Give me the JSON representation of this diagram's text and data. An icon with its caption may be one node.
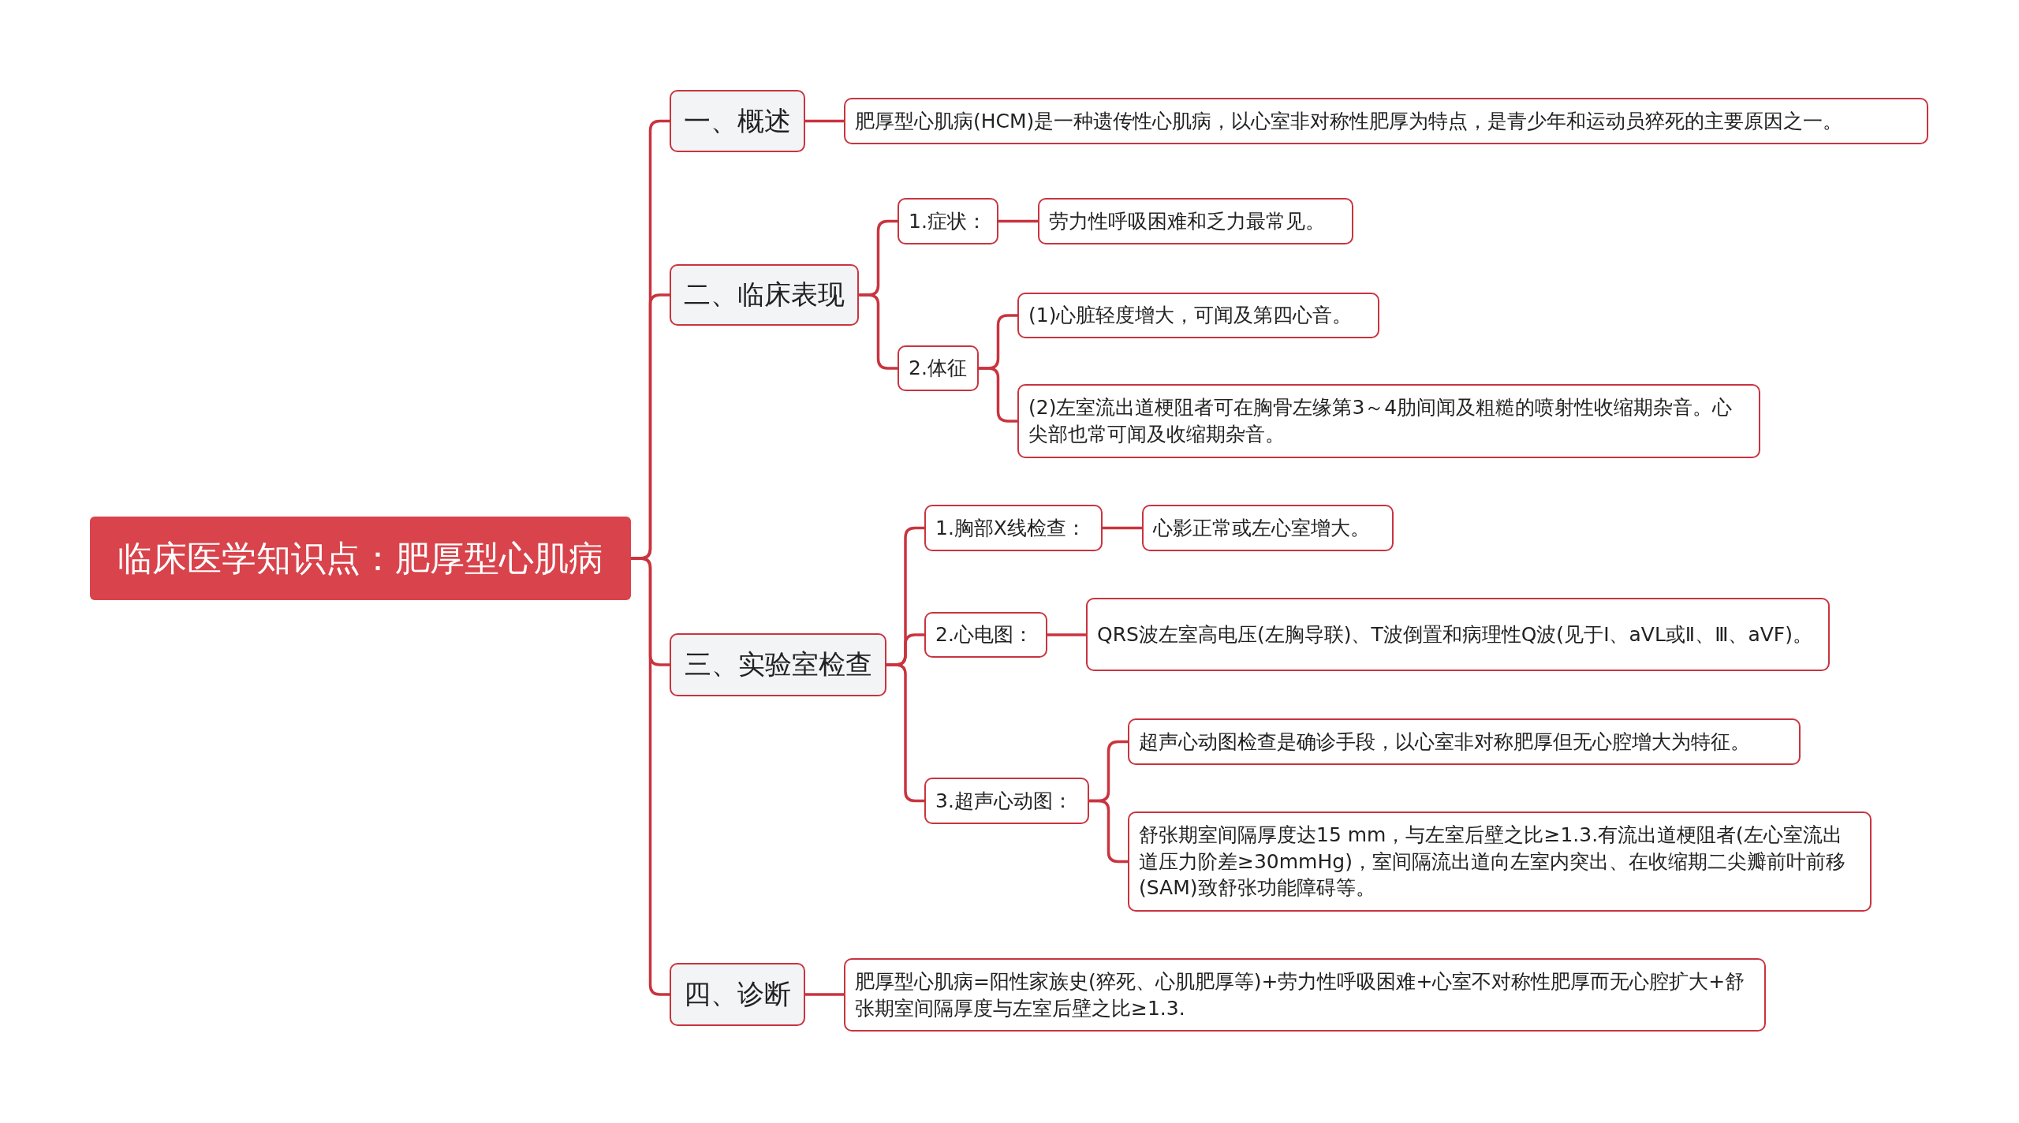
{
  "diagram": {
    "nodes": [
      {
        "text": [
          "临床医学知识点：肥厚型心肌病"
        ]
      },
      {
        "text": [
          "一、概述"
        ]
      },
      {
        "text": [
          "肥厚型心肌病(HCM)是一种遗传性心肌病，以心室非对称性肥厚为特点，是青少年和运动员猝死的主要原因之一。"
        ]
      },
      {
        "text": [
          "二、临床表现"
        ]
      },
      {
        "text": [
          "1.症状："
        ]
      },
      {
        "text": [
          "劳力性呼吸困难和乏力最常见。"
        ]
      },
      {
        "text": [
          "2.体征"
        ]
      },
      {
        "text": [
          "(1)心脏轻度增大，可闻及第四心音。"
        ]
      },
      {
        "text": [
          "(2)左室流出道梗阻者可在胸骨左缘第3～4肋间闻及粗糙的喷射性收缩期杂音。心尖部也常可闻及收缩期杂音。"
        ]
      },
      {
        "text": [
          "三、实验室检查"
        ]
      },
      {
        "text": [
          "1.胸部X线检查："
        ]
      },
      {
        "text": [
          "心影正常或左心室增大。"
        ]
      },
      {
        "text": [
          "2.心电图："
        ]
      },
      {
        "text": [
          "QRS波左室高电压(左胸导联)、T波倒置和病理性Q波(见于Ⅰ、aVL或Ⅱ、Ⅲ、aVF)。"
        ]
      },
      {
        "text": [
          "3.超声心动图："
        ]
      },
      {
        "text": [
          "超声心动图检查是确诊手段，以心室非对称肥厚但无心腔增大为特征。"
        ]
      },
      {
        "text": [
          "舒张期室间隔厚度达15 mm，与左室后壁之比≥1.3.有流出道梗阻者(左心室流出道压力阶差≥30mmHg)，室间隔流出道向左室内突出、在收缩期二尖瓣前叶前移(SAM)致舒张功能障碍等。"
        ]
      },
      {
        "text": [
          "四、诊断"
        ]
      },
      {
        "text": [
          "肥厚型心肌病=阳性家族史(猝死、心肌肥厚等)+劳力性呼吸困难+心室不对称性肥厚而无心腔扩大+舒张期室间隔厚度与左室后壁之比≥1.3."
        ]
      }
    ],
    "edges": [
      {
        "from": 0,
        "to": 1,
        "arrow": "none"
      },
      {
        "from": 1,
        "to": 2,
        "arrow": "none"
      },
      {
        "from": 0,
        "to": 3,
        "arrow": "none"
      },
      {
        "from": 3,
        "to": 4,
        "arrow": "none"
      },
      {
        "from": 4,
        "to": 5,
        "arrow": "none"
      },
      {
        "from": 3,
        "to": 6,
        "arrow": "none"
      },
      {
        "from": 6,
        "to": 7,
        "arrow": "none"
      },
      {
        "from": 6,
        "to": 8,
        "arrow": "none"
      },
      {
        "from": 0,
        "to": 9,
        "arrow": "none"
      },
      {
        "from": 9,
        "to": 10,
        "arrow": "none"
      },
      {
        "from": 10,
        "to": 11,
        "arrow": "none"
      },
      {
        "from": 9,
        "to": 12,
        "arrow": "none"
      },
      {
        "from": 12,
        "to": 13,
        "arrow": "none"
      },
      {
        "from": 9,
        "to": 14,
        "arrow": "none"
      },
      {
        "from": 14,
        "to": 15,
        "arrow": "none"
      },
      {
        "from": 14,
        "to": 16,
        "arrow": "none"
      },
      {
        "from": 0,
        "to": 17,
        "arrow": "none"
      },
      {
        "from": 17,
        "to": 18,
        "arrow": "none"
      }
    ]
  }
}
